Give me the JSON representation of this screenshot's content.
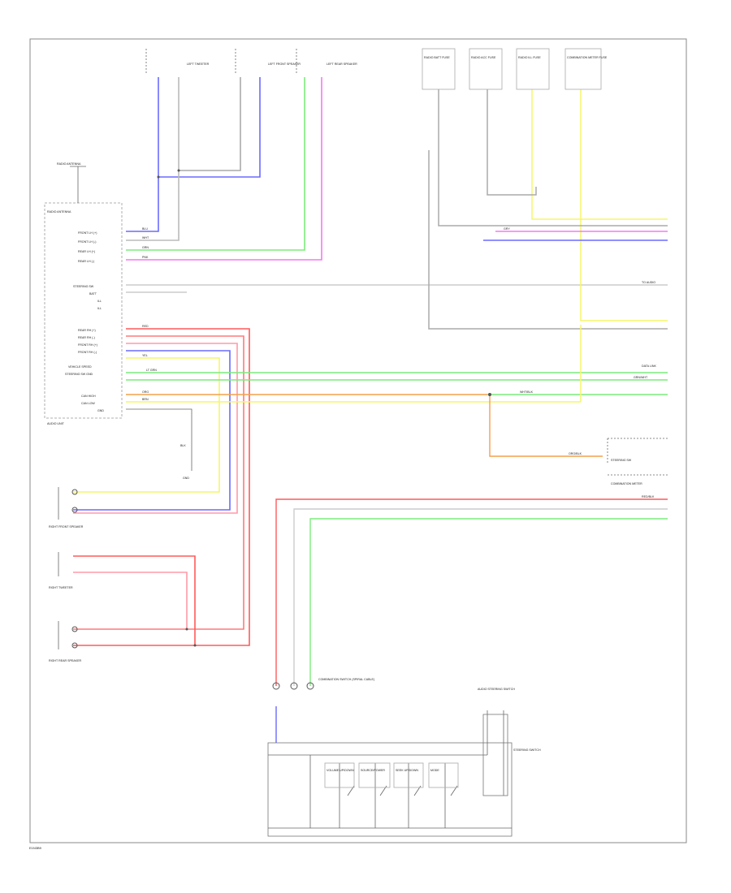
{
  "footer_code": "E1N3B9",
  "top_left_labels": {
    "left_tweeter": "LEFT TWEETER",
    "left_front_speaker": "LEFT FRONT SPEAKER",
    "left_rear_speaker": "LEFT REAR SPEAKER",
    "radio_antenna": "RADIO ANTENNA",
    "radio_antenna_block": "RADIO ANTENNA"
  },
  "fuse_boxes": [
    "RADIO BATT FUSE",
    "RADIO ACC FUSE",
    "RADIO ILL FUSE",
    "COMBINATION METER FUSE"
  ],
  "audio_unit": {
    "name": "AUDIO UNIT",
    "pins_group1": [
      "FRONT LH (+)",
      "FRONT LH (-)",
      "REAR LH (+)",
      "REAR LH (-)"
    ],
    "pins_group2": [
      "STEERING SW",
      "BATT",
      "ILL",
      "ILL"
    ],
    "pins_group3": [
      "REAR RH (+)",
      "REAR RH (-)",
      "FRONT RH (+)",
      "FRONT RH (-)",
      "VEHICLE SPEED",
      "STEERING SW GND"
    ],
    "pins_group4": [
      "CAN HIGH",
      "CAN LOW",
      "GND"
    ]
  },
  "wire_labels": {
    "blu": "BLU",
    "wht": "WHT",
    "grn": "GRN",
    "pnk": "PNK",
    "red": "RED",
    "yel": "YEL",
    "org": "ORG",
    "brn": "BRN",
    "blk": "BLK",
    "gry": "GRY",
    "lt_grn": "LT GRN",
    "wht_blk": "WHT/BLK",
    "grn_wht": "GRN/WHT",
    "org_blk": "ORG/BLK",
    "red_blk": "RED/BLK"
  },
  "right_side_labels": {
    "to_audio_1": "TO AUDIO",
    "to_dataline": "DATA LINK",
    "to_combination_meter": "COMBINATION METER",
    "to_steering": "STEERING SW"
  },
  "lower_labels": {
    "right_front_speaker": "RIGHT FRONT SPEAKER",
    "right_tweeter": "RIGHT TWEETER",
    "right_rear_speaker": "RIGHT REAR SPEAKER",
    "ground": "GND",
    "steering_switch_block": "STEERING SWITCH",
    "audio_steering_sw": "AUDIO STEERING SWITCH",
    "combination_switch": "COMBINATION SWITCH (SPIRAL CABLE)",
    "combination_meter": "COMBINATION METER"
  },
  "switch_labels": [
    "VOLUME UP/DOWN",
    "SOURCE/POWER",
    "SEEK UP/DOWN",
    "MODE"
  ],
  "colors": {
    "blue": "#6a6aff",
    "green": "#7cec7c",
    "magenta": "#f07cf0",
    "red": "#ff5a5a",
    "pink": "#ff9aa8",
    "yellow": "#f6f66a",
    "orange": "#f4a04c",
    "gray": "#9a9a9a",
    "black": "#333333"
  }
}
